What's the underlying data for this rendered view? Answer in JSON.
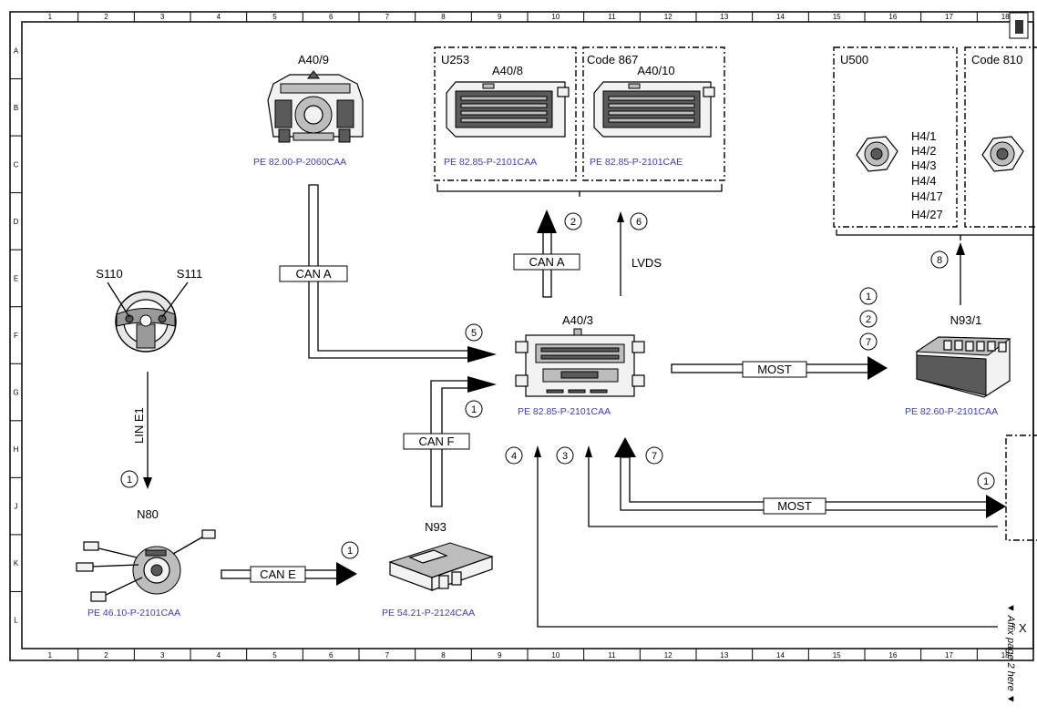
{
  "grid": {
    "columns": [
      "1",
      "2",
      "3",
      "4",
      "5",
      "6",
      "7",
      "8",
      "9",
      "10",
      "11",
      "12",
      "13",
      "14",
      "15",
      "16",
      "17",
      "18"
    ],
    "rows": [
      "A",
      "B",
      "C",
      "D",
      "E",
      "F",
      "G",
      "H",
      "J",
      "K",
      "L"
    ]
  },
  "components": {
    "a40_9": {
      "label": "A40/9",
      "ref": "PE 82.00-P-2060CAA"
    },
    "u253": {
      "group": "U253",
      "label": "A40/8",
      "ref": "PE 82.85-P-2101CAA"
    },
    "code867": {
      "group": "Code 867",
      "label": "A40/10",
      "ref": "PE 82.85-P-2101CAE"
    },
    "u500": {
      "group": "U500",
      "speakers": [
        "H4/1",
        "H4/2",
        "H4/3",
        "H4/4",
        "H4/17",
        "H4/27"
      ]
    },
    "code810": {
      "group": "Code 810"
    },
    "s110": {
      "label": "S110"
    },
    "s111": {
      "label": "S111"
    },
    "a40_3": {
      "label": "A40/3",
      "ref": "PE 82.85-P-2101CAA"
    },
    "n93_1": {
      "label": "N93/1",
      "ref": "PE 82.60-P-2101CAA"
    },
    "n80": {
      "label": "N80",
      "ref": "PE 46.10-P-2101CAA"
    },
    "n93": {
      "label": "N93",
      "ref": "PE 54.21-P-2124CAA"
    }
  },
  "buses": {
    "can_a_left": "CAN A",
    "can_a_top": "CAN A",
    "lvds": "LVDS",
    "most_right": "MOST",
    "most_bottom": "MOST",
    "lin_e1": "LIN E1",
    "can_f": "CAN F",
    "can_e": "CAN E"
  },
  "markers": {
    "m_a40_3_top": "5",
    "m_a40_3_bottom": "1",
    "m_canA_up": "2",
    "m_lvds": "6",
    "m_n93_1_a": "1",
    "m_n93_1_b": "2",
    "m_n93_1_c": "7",
    "m_speakers": "8",
    "m_lin": "1",
    "m_can_e": "1",
    "m_in_4": "4",
    "m_in_3": "3",
    "m_in_7": "7",
    "m_most_bottom": "1"
  },
  "margin_note": "▼ Affix page 2 here ▼",
  "clipped_letter": "X"
}
